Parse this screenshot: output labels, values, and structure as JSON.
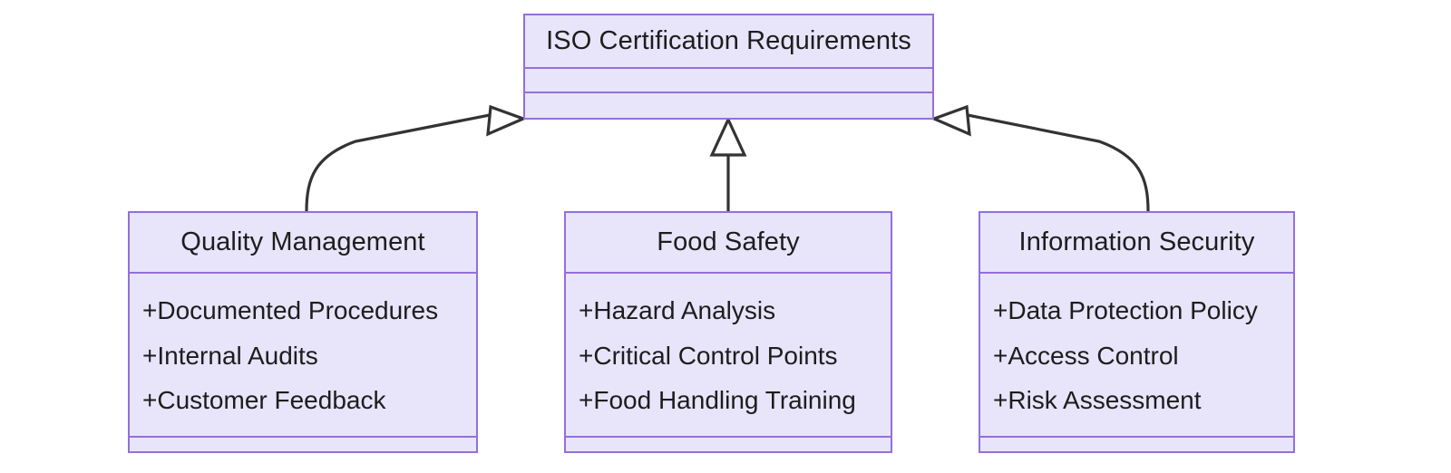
{
  "diagram": {
    "type": "uml-class-diagram",
    "relationship": "generalization",
    "background_color": "#ffffff",
    "class_fill_color": "#e8e4fa",
    "class_border_color": "#9370db",
    "edge_color": "#333333",
    "text_color": "#1d1d1d",
    "root": {
      "name": "ISO Certification Requirements",
      "attributes": [],
      "methods": []
    },
    "children": [
      {
        "name": "Quality Management",
        "attributes": [
          "+Documented Procedures",
          "+Internal Audits",
          "+Customer Feedback"
        ],
        "methods": []
      },
      {
        "name": "Food Safety",
        "attributes": [
          "+Hazard Analysis",
          "+Critical Control Points",
          "+Food Handling Training"
        ],
        "methods": []
      },
      {
        "name": "Information Security",
        "attributes": [
          "+Data Protection Policy",
          "+Access Control",
          "+Risk Assessment"
        ],
        "methods": []
      }
    ]
  }
}
